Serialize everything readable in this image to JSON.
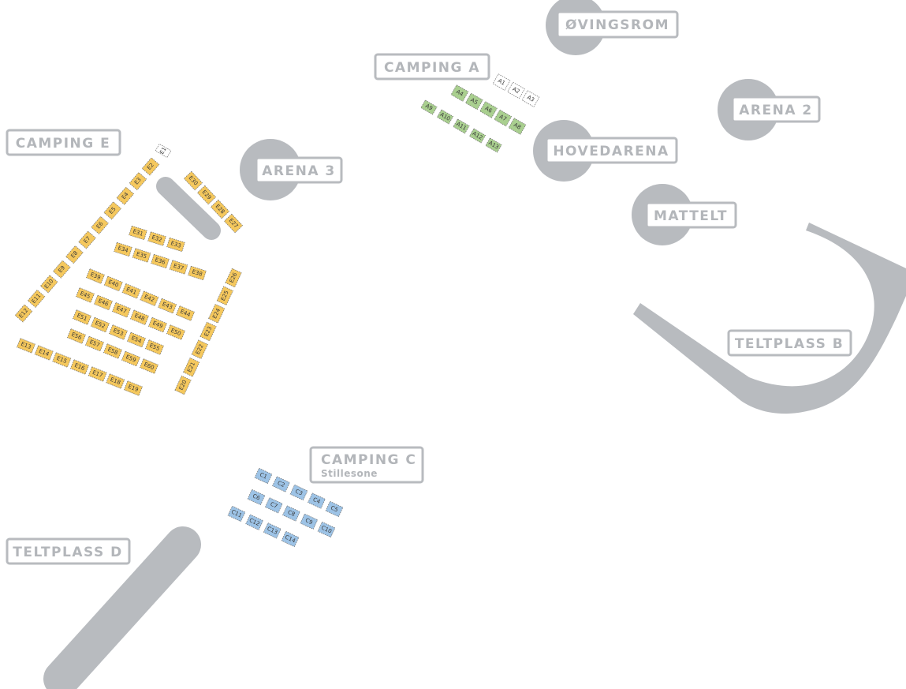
{
  "colors": {
    "area": "#b8bbbf",
    "label_border": "#b8bbbf",
    "label_text": "#b3b6ba",
    "camping_e": "#f5c85d",
    "camping_a": "#a9cf8f",
    "camping_c": "#9dc3e6",
    "free": "#ffffff"
  },
  "labels": {
    "ovingsrom": "ØVINGSROM",
    "camping_a": "CAMPING A",
    "arena_2": "ARENA 2",
    "camping_e": "CAMPING E",
    "hovedarena": "HOVEDARENA",
    "arena_3": "ARENA 3",
    "mattelt": "MATTELT",
    "teltplass_b": "TELTPLASS B",
    "camping_c": "CAMPING C",
    "camping_c_sub": "Stillesone",
    "teltplass_d": "TELTPLASS D"
  },
  "spots": {
    "camping_a": [
      "A1",
      "A2",
      "A3",
      "A4",
      "A5",
      "A6",
      "A7",
      "A8",
      "A9",
      "A10",
      "A11",
      "A12",
      "A13"
    ],
    "camping_e": [
      "E1",
      "E2",
      "E3",
      "E4",
      "E5",
      "E6",
      "E7",
      "E8",
      "E9",
      "E10",
      "E11",
      "E12",
      "E13",
      "E14",
      "E15",
      "E16",
      "E17",
      "E18",
      "E19",
      "E20",
      "E21",
      "E22",
      "E23",
      "E24",
      "E25",
      "E26",
      "E27",
      "E28",
      "E29",
      "E30",
      "E31",
      "E32",
      "E33",
      "E34",
      "E35",
      "E36",
      "E37",
      "E38",
      "E39",
      "E40",
      "E41",
      "E42",
      "E43",
      "E44",
      "E45",
      "E46",
      "E47",
      "E48",
      "E49",
      "E50",
      "E51",
      "E52",
      "E53",
      "E54",
      "E55",
      "E56",
      "E57",
      "E58",
      "E59",
      "E60"
    ],
    "camping_c": [
      "C1",
      "C2",
      "C3",
      "C4",
      "C5",
      "C6",
      "C7",
      "C8",
      "C9",
      "C10",
      "C11",
      "C12",
      "C13",
      "C14"
    ]
  },
  "free_spots": [
    "A1",
    "A2",
    "A3",
    "E1"
  ]
}
